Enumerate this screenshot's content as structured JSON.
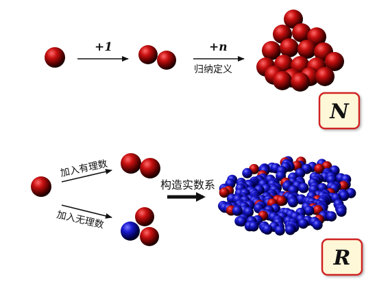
{
  "top_row": {
    "step1_label": "+1",
    "step2_label": "+n",
    "step2_caption": "归纳定义",
    "result_badge": "N"
  },
  "bottom_row": {
    "upper_caption": "加入有理数",
    "lower_caption": "加入无理数",
    "main_caption": "构造实数系",
    "result_badge": "R"
  },
  "colors": {
    "red_sphere": "#c81010",
    "blue_sphere": "#1a1ad0",
    "badge_fill": "#fff8d8",
    "badge_border": "#d02020",
    "arrow": "#111111"
  }
}
